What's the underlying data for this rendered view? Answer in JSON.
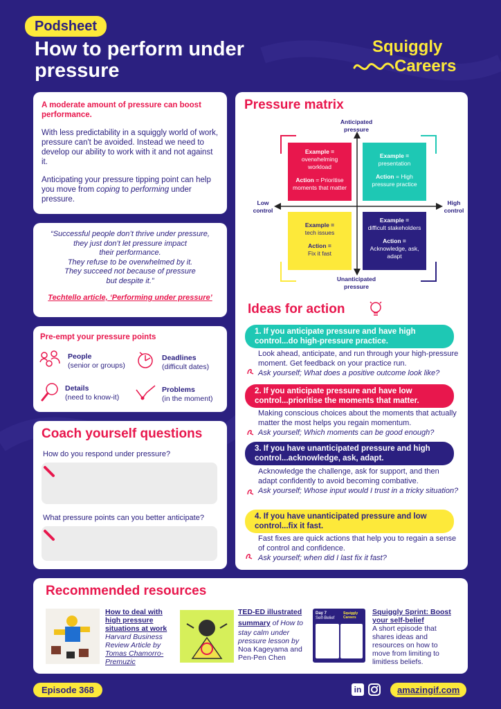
{
  "header": {
    "badge": "Podsheet",
    "title_line1": "How to perform under",
    "title_line2": "pressure",
    "logo_line1": "Squiggly",
    "logo_line2": "Careers"
  },
  "intro": {
    "lead": "A moderate amount of pressure can boost performance.",
    "p1": "With less predictability in a squiggly world of work, pressure can't be avoided. Instead we need to develop our ability to work with it and not against it.",
    "p2_a": "Anticipating your pressure tipping point can help you move from ",
    "p2_coping": "coping",
    "p2_b": " to ",
    "p2_performing": "performing",
    "p2_c": " under pressure."
  },
  "quote": {
    "lines": [
      "“Successful people don’t thrive under pressure,",
      "they just don’t let pressure impact",
      "their performance.",
      "They refuse to be overwhelmed by it.",
      "They succeed not because of pressure",
      "but despite it.”"
    ],
    "source": "Techtello article, ‘Performing under pressure’"
  },
  "preempt": {
    "heading": "Pre-empt your pressure points",
    "items": [
      {
        "title": "People",
        "sub": "(senior or groups)"
      },
      {
        "title": "Deadlines",
        "sub": "(difficult dates)"
      },
      {
        "title": "Details",
        "sub": "(need to know-it)"
      },
      {
        "title": "Problems",
        "sub": "(in the moment)"
      }
    ]
  },
  "coach": {
    "heading": "Coach yourself questions",
    "q1": "How do you respond under pressure?",
    "q2": "What pressure points can you better anticipate?"
  },
  "matrix": {
    "heading": "Pressure matrix",
    "axis_top_1": "Anticipated",
    "axis_top_2": "pressure",
    "axis_bottom_1": "Unanticipated",
    "axis_bottom_2": "pressure",
    "axis_left_1": "Low",
    "axis_left_2": "control",
    "axis_right_1": "High",
    "axis_right_2": "control",
    "quadrants": [
      {
        "ex_label": "Example =",
        "ex": [
          "overwhelming",
          "workload"
        ],
        "act_label": "Action",
        "act": [
          "= Prioritise",
          "moments that matter"
        ],
        "color": "#e8174d"
      },
      {
        "ex_label": "Example =",
        "ex": [
          "presentation"
        ],
        "act_label": "Action",
        "act": [
          "= High",
          "pressure practice"
        ],
        "color": "#1ec8b4"
      },
      {
        "ex_label": "Example =",
        "ex": [
          "tech issues"
        ],
        "act_label": "Action =",
        "act": [
          "Fix it fast"
        ],
        "color": "#fde93a"
      },
      {
        "ex_label": "Example =",
        "ex": [
          "difficult stakeholders"
        ],
        "act_label": "Action =",
        "act": [
          "Acknowledge, ask,",
          "adapt"
        ],
        "color": "#2b2080"
      }
    ]
  },
  "ideas": {
    "heading": "Ideas for action",
    "items": [
      {
        "pill_1": "1. If you anticipate pressure and have high",
        "pill_2": "control...do high-pressure practice.",
        "text": "Look ahead, anticipate, and run through your high-pressure moment. Get feedback on your practice run.",
        "ask": "Ask yourself; What does a positive outcome look like?",
        "color": "#1ec8b4"
      },
      {
        "pill_1": "2. If you anticipate pressure and have low",
        "pill_2": "control...prioritise the moments that matter.",
        "text": "Making conscious choices about the moments that actually matter the most helps you regain momentum.",
        "ask": "Ask yourself; Which moments can be good enough?",
        "color": "#e8174d"
      },
      {
        "pill_1": "3. If you have unanticipated pressure and high",
        "pill_2": "control...acknowledge, ask, adapt.",
        "text": "Acknowledge the challenge, ask for support, and then adapt confidently to avoid becoming combative.",
        "ask": "Ask yourself; Whose input would I trust in a tricky situation?",
        "color": "#2b2080"
      },
      {
        "pill_1": "4. If you have unanticipated pressure and low",
        "pill_2": "control...fix it fast.",
        "text": "Fast fixes are quick actions that help you to regain a sense of control and confidence.",
        "ask": "Ask yourself; when did I last fix it fast?",
        "color": "#fde93a"
      }
    ]
  },
  "resources": {
    "heading": "Recommended resources",
    "items": [
      {
        "title_1": "How to deal with",
        "title_2": "high pressure",
        "title_3": "situations at work",
        "desc_1": "Harvard Business",
        "desc_2": "Review Article by",
        "desc_3": "Tomas Chamorro-",
        "desc_4": "Premuzic"
      },
      {
        "title_1": "TED-ED illustrated",
        "title_2": "summary",
        "title_2b": " of How to",
        "desc_1": "stay calm under",
        "desc_2": "pressure lesson by",
        "desc_3": "Noa Kageyama and",
        "desc_4": "Pen-Pen Chen"
      },
      {
        "title_1": "Squiggly Sprint: Boost",
        "title_2": "your self-belief",
        "desc_1": "A short episode that",
        "desc_2": "shares ideas and",
        "desc_3": "resources on how to",
        "desc_4": "move from limiting to",
        "desc_5": "limitless beliefs.",
        "thumb_1": "Day 7",
        "thumb_2": "Self-Belief",
        "thumb_logo": "Squiggly Careers"
      }
    ]
  },
  "footer": {
    "episode": "Episode 368",
    "linkedin": "in",
    "site": "amazingif.com"
  },
  "colors": {
    "navy": "#2b2080",
    "pink": "#e8174d",
    "teal": "#1ec8b4",
    "yellow": "#fde93a"
  }
}
